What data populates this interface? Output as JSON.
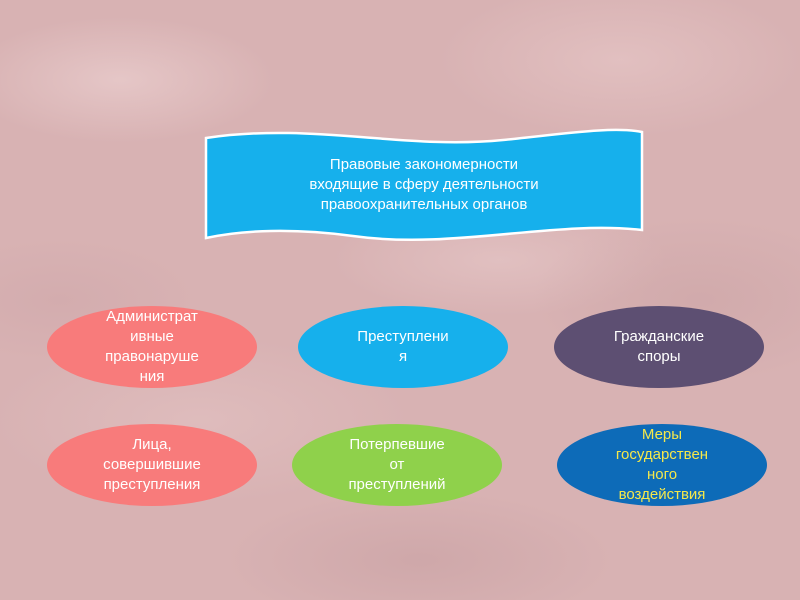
{
  "colors": {
    "background": "#d8b2b3",
    "banner_fill": "#16b0ec",
    "banner_stroke": "#ffffff",
    "coral": "#f87b7b",
    "sky_blue": "#16b0ec",
    "slate_purple": "#5d4f72",
    "green": "#8fd14b",
    "navy_blue": "#0d6bb8",
    "yellow_text": "#f5e84a",
    "white_text": "#ffffff"
  },
  "banner": {
    "shape": "wave-banner",
    "lines": [
      "Правовые закономерности",
      "входящие в сферу деятельности",
      "правоохранительных органов"
    ]
  },
  "nodes": [
    {
      "id": "administrative",
      "lines": [
        "Администрат",
        "ивные",
        "правонаруше",
        "ния"
      ]
    },
    {
      "id": "crimes",
      "lines": [
        "Преступлени",
        "я"
      ]
    },
    {
      "id": "civil-disputes",
      "lines": [
        "Гражданские",
        "споры"
      ]
    },
    {
      "id": "offenders",
      "lines": [
        "Лица,",
        "совершившие",
        "преступления"
      ]
    },
    {
      "id": "victims",
      "lines": [
        "Потерпевшие",
        "от",
        "преступлений"
      ]
    },
    {
      "id": "state-measures",
      "lines": [
        "Меры",
        "государствен",
        "ного",
        "воздействия"
      ]
    }
  ]
}
